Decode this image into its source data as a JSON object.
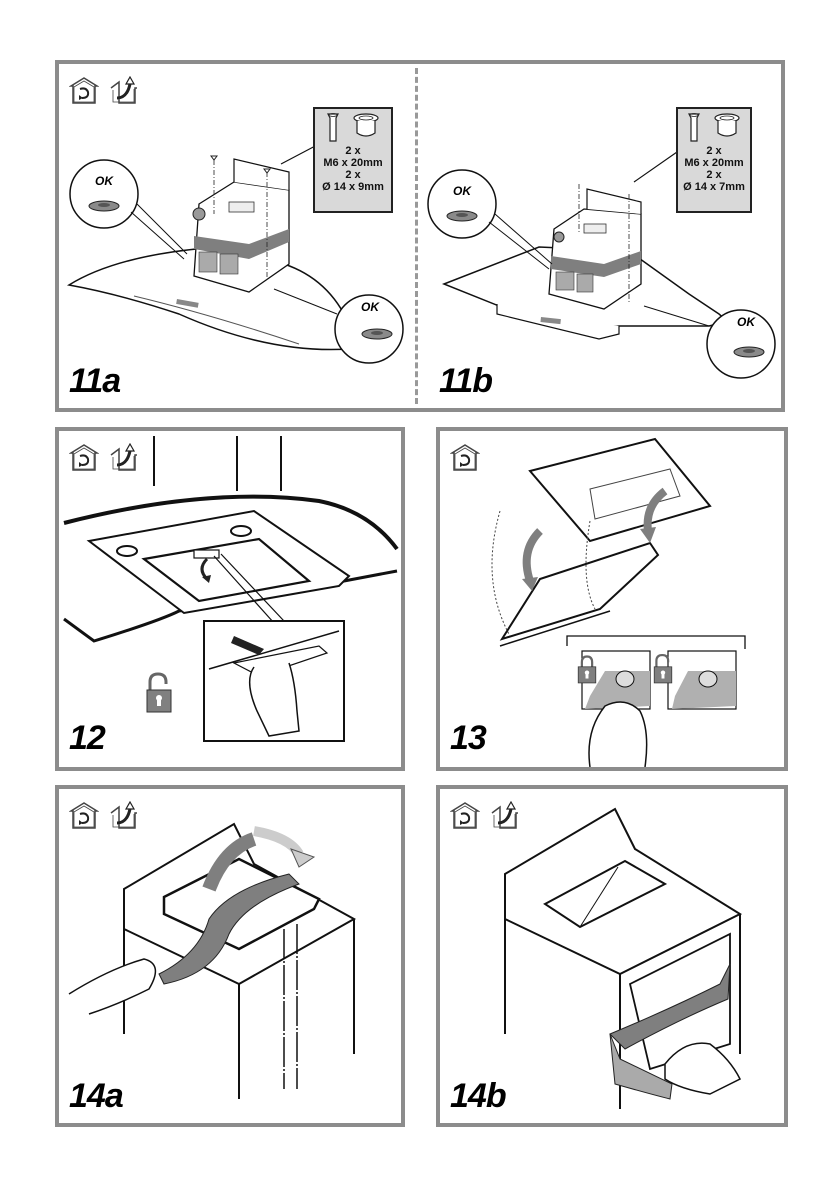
{
  "document": {
    "type": "installation-instructions",
    "panels": [
      {
        "id": "11a",
        "step_label": "11a",
        "mode_icons": [
          "recirculation-mode-icon",
          "extraction-mode-icon"
        ],
        "callouts": [
          "OK",
          "OK"
        ],
        "spec_box": {
          "line1": "2 x",
          "line2": "M6 x 20mm",
          "line3": "2 x",
          "line4": "Ø 14 x 9mm"
        }
      },
      {
        "id": "11b",
        "step_label": "11b",
        "callouts": [
          "OK",
          "OK"
        ],
        "spec_box": {
          "line1": "2 x",
          "line2": "M6 x 20mm",
          "line3": "2 x",
          "line4": "Ø 14 x 7mm"
        }
      },
      {
        "id": "12",
        "step_label": "12",
        "mode_icons": [
          "recirculation-mode-icon",
          "extraction-mode-icon"
        ],
        "status_icon": "unlocked-padlock-icon"
      },
      {
        "id": "13",
        "step_label": "13",
        "mode_icons": [
          "recirculation-mode-icon"
        ],
        "status_icons": [
          "locked-padlock-icon",
          "unlocked-padlock-icon"
        ]
      },
      {
        "id": "14a",
        "step_label": "14a",
        "mode_icons": [
          "recirculation-mode-icon",
          "extraction-mode-icon"
        ]
      },
      {
        "id": "14b",
        "step_label": "14b",
        "mode_icons": [
          "recirculation-mode-icon",
          "extraction-mode-icon"
        ]
      }
    ],
    "colors": {
      "panel_border": "#8c8c8c",
      "tape_gray": "#7f7f7f",
      "spec_bg": "#d9d9d9",
      "lock_gray": "#808080"
    }
  }
}
